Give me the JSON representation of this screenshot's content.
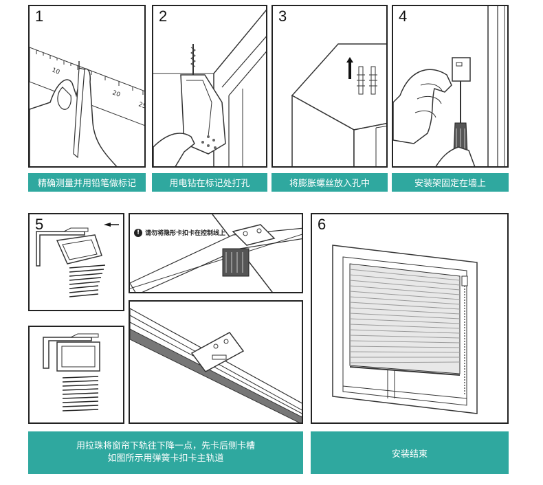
{
  "steps": [
    {
      "number": "1",
      "caption": "精确测量并用铅笔做标记"
    },
    {
      "number": "2",
      "caption": "用电钻在标记处打孔"
    },
    {
      "number": "3",
      "caption": "将膨胀螺丝放入孔中"
    },
    {
      "number": "4",
      "caption": "安装架固定在墙上"
    },
    {
      "number": "5",
      "caption_line1": "用拉珠将窗帘下轨往下降一点，先卡后侧卡槽",
      "caption_line2": "如图所示用弹簧卡扣卡主轨道"
    },
    {
      "number": "6",
      "caption": "安装结束"
    }
  ],
  "ruler_labels": [
    "10",
    "20",
    "25"
  ],
  "warning": {
    "icon": "exclamation-icon",
    "text": "请勿将隐形卡扣卡在控制线上"
  },
  "colors": {
    "caption_bg": "#2fa89f",
    "caption_text": "#ffffff",
    "border": "#222222"
  }
}
